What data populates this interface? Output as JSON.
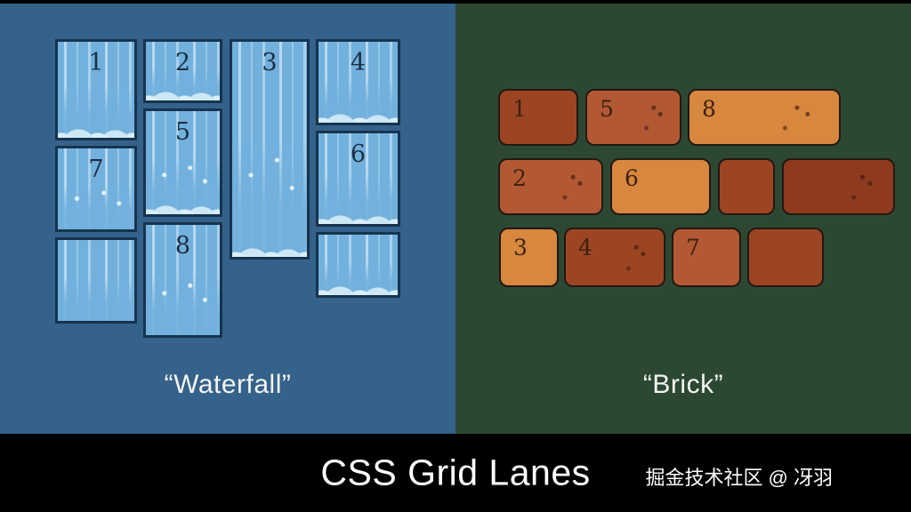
{
  "panels": {
    "waterfall": {
      "title": "“Waterfall”",
      "tiles": [
        {
          "label": "1"
        },
        {
          "label": "2"
        },
        {
          "label": "3"
        },
        {
          "label": "4"
        },
        {
          "label": "5"
        },
        {
          "label": "6"
        },
        {
          "label": "7"
        },
        {
          "label": "8"
        },
        {
          "label": ""
        },
        {
          "label": ""
        }
      ]
    },
    "brick": {
      "title": "“Brick”",
      "bricks": [
        {
          "label": "1"
        },
        {
          "label": "5"
        },
        {
          "label": "8"
        },
        {
          "label": "2"
        },
        {
          "label": "6"
        },
        {
          "label": ""
        },
        {
          "label": ""
        },
        {
          "label": "3"
        },
        {
          "label": "4"
        },
        {
          "label": "7"
        },
        {
          "label": ""
        }
      ]
    }
  },
  "footer": {
    "title": "CSS Grid Lanes",
    "credit": "掘金技术社区 @ 冴羽"
  },
  "colors": {
    "waterfall_bg": "#35628a",
    "brick_bg": "#2c4832",
    "tile_fill": "#72b1dd",
    "tile_border": "#16344e",
    "brick_dark": "#9c4523",
    "brick_darker": "#8e3a1e",
    "brick_mid": "#b25934",
    "brick_orange": "#d8873f",
    "footer_bg": "#000000",
    "text_light": "#ffffff"
  }
}
